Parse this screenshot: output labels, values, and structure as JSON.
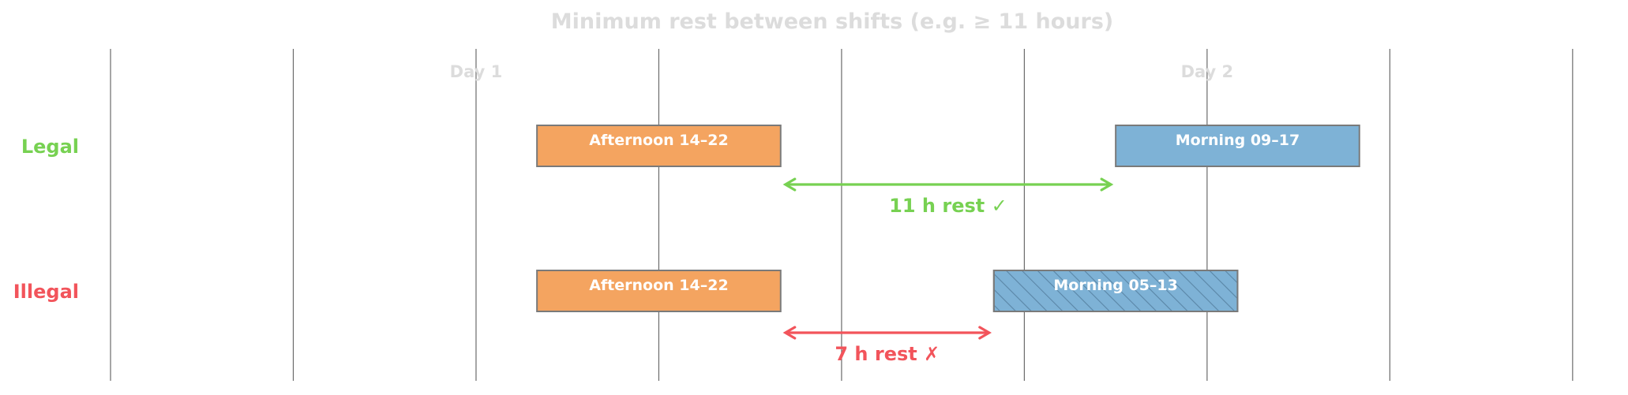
{
  "title": "Minimum rest between shifts (e.g. ≥ 11 hours)",
  "colors": {
    "title": "#dcdcdc",
    "day_label": "#dcdcdc",
    "gridline": "#6b6b6b",
    "legal": "#77d152",
    "illegal": "#f2545b",
    "afternoon": "#f4a460",
    "morning": "#7eb2d6",
    "bar_edge": "#7a7a7a",
    "bar_text": "#ffffff"
  },
  "days": [
    {
      "label": "Day 1",
      "hour": 12
    },
    {
      "label": "Day 2",
      "hour": 36
    }
  ],
  "gridline_hours": [
    0,
    6,
    12,
    18,
    24,
    30,
    36,
    42,
    48
  ],
  "rows": [
    {
      "label": "Legal",
      "status": "legal",
      "shifts": [
        {
          "label": "Afternoon 14–22",
          "start": 14,
          "end": 22,
          "kind": "afternoon",
          "hatched": false
        },
        {
          "label": "Morning 09–17",
          "start": 33,
          "end": 41,
          "kind": "morning",
          "hatched": false
        }
      ],
      "rest": {
        "from": 22,
        "to": 33,
        "label": "11 h rest ✓"
      }
    },
    {
      "label": "Illegal",
      "status": "illegal",
      "shifts": [
        {
          "label": "Afternoon 14–22",
          "start": 14,
          "end": 22,
          "kind": "afternoon",
          "hatched": false
        },
        {
          "label": "Morning 05–13",
          "start": 29,
          "end": 37,
          "kind": "morning",
          "hatched": true
        }
      ],
      "rest": {
        "from": 22,
        "to": 29,
        "label": "7 h rest ✗"
      }
    }
  ]
}
